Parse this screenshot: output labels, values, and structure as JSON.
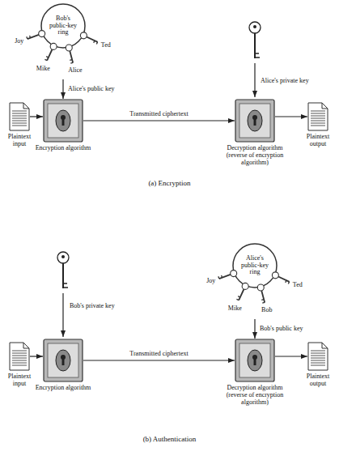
{
  "diagram": {
    "nodes": [
      {
        "text": [
          "Plaintext input"
        ]
      },
      {
        "text": [
          "Bob's public-key ring"
        ]
      },
      {
        "text": [
          "Encryption algorithm"
        ]
      },
      {
        "text": [
          "Decryption algorithm (reverse of encryption algorithm)"
        ]
      },
      {
        "text": [
          "Plaintext output"
        ]
      },
      {
        "text": [
          "Plaintext input"
        ]
      },
      {
        "text": [
          "Encryption algorithm"
        ]
      },
      {
        "text": [
          "Alice's public-key ring"
        ]
      },
      {
        "text": [
          "Decryption algorithm (reverse of encryption algorithm)"
        ]
      },
      {
        "text": [
          "Plaintext output"
        ]
      }
    ],
    "edges": [
      {
        "from": 0,
        "to": 2,
        "arrow": "to"
      },
      {
        "from": 1,
        "to": 2,
        "arrow": "to",
        "label": "Alice's public key"
      },
      {
        "from": 2,
        "to": 3,
        "arrow": "to",
        "label": "Transmitted ciphertext"
      },
      {
        "from": 3,
        "to": 4,
        "arrow": "to"
      },
      {
        "from": 5,
        "to": 6,
        "arrow": "to"
      },
      {
        "from": 6,
        "to": 8,
        "arrow": "to",
        "label": "Transmitted ciphertext"
      },
      {
        "from": 7,
        "to": 8,
        "arrow": "to",
        "label": "Bob's public key"
      },
      {
        "from": 8,
        "to": 9,
        "arrow": "to"
      }
    ],
    "labels": [
      "Joy",
      "Mike",
      "Alice",
      "Ted",
      "Alice's private key",
      "(a) Encryption",
      "Bob's private key",
      "Joy",
      "Mike",
      "Bob",
      "Ted",
      "(b) Authentication"
    ]
  }
}
